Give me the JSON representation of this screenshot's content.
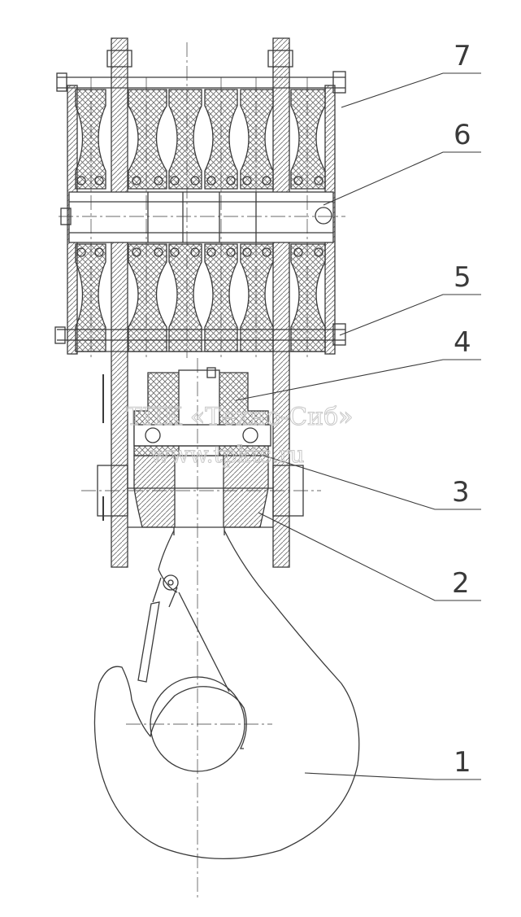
{
  "watermark": {
    "line1": "ТПК «Техно-Сиб»",
    "line2": "www.tpkts.ru"
  },
  "callouts": [
    {
      "label": "7"
    },
    {
      "label": "6"
    },
    {
      "label": "5"
    },
    {
      "label": "4"
    },
    {
      "label": "3"
    },
    {
      "label": "2"
    },
    {
      "label": "1"
    }
  ],
  "colors": {
    "line": "#3a3a3a",
    "hatch": "#6a6a6a",
    "watermark": "#c8c8c8"
  }
}
